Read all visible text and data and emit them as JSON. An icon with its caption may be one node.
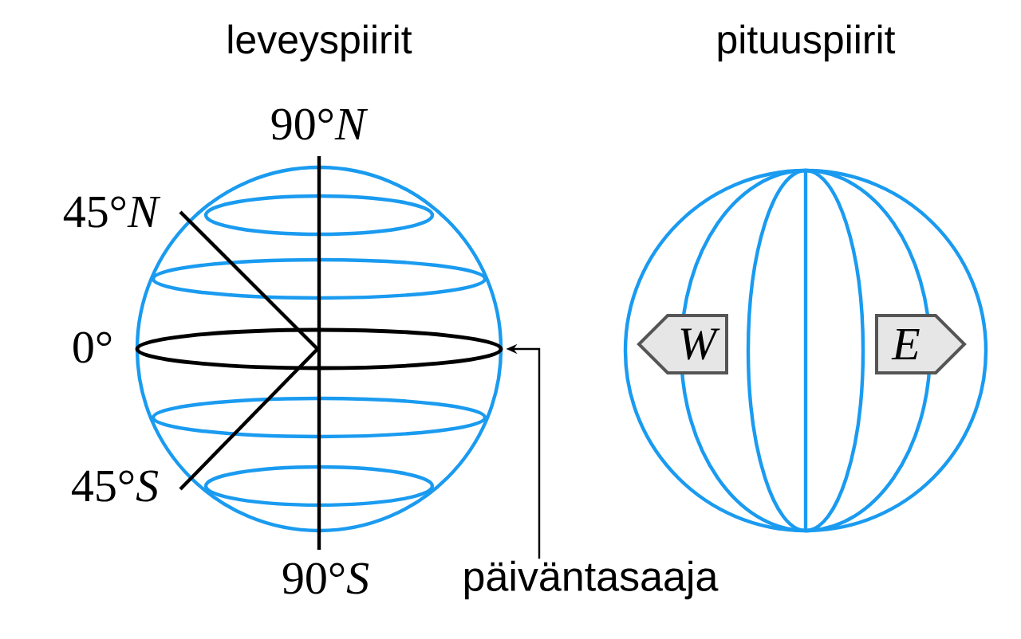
{
  "diagram": {
    "nodes": [
      {
        "text": [
          "päiväntasaaja"
        ]
      },
      {
        "text": [],
        "shape": "ellipse"
      },
      {
        "text": [
          "W"
        ]
      },
      {
        "text": [
          "E"
        ]
      }
    ],
    "edges": [
      {
        "from": 0,
        "to": 1,
        "arrow": "to"
      }
    ],
    "labels": [
      "leveyspiirit",
      "pituuspiirit",
      "90°*N*",
      "45°*N*",
      "0°",
      "45°*S*",
      "90°*S*"
    ]
  }
}
